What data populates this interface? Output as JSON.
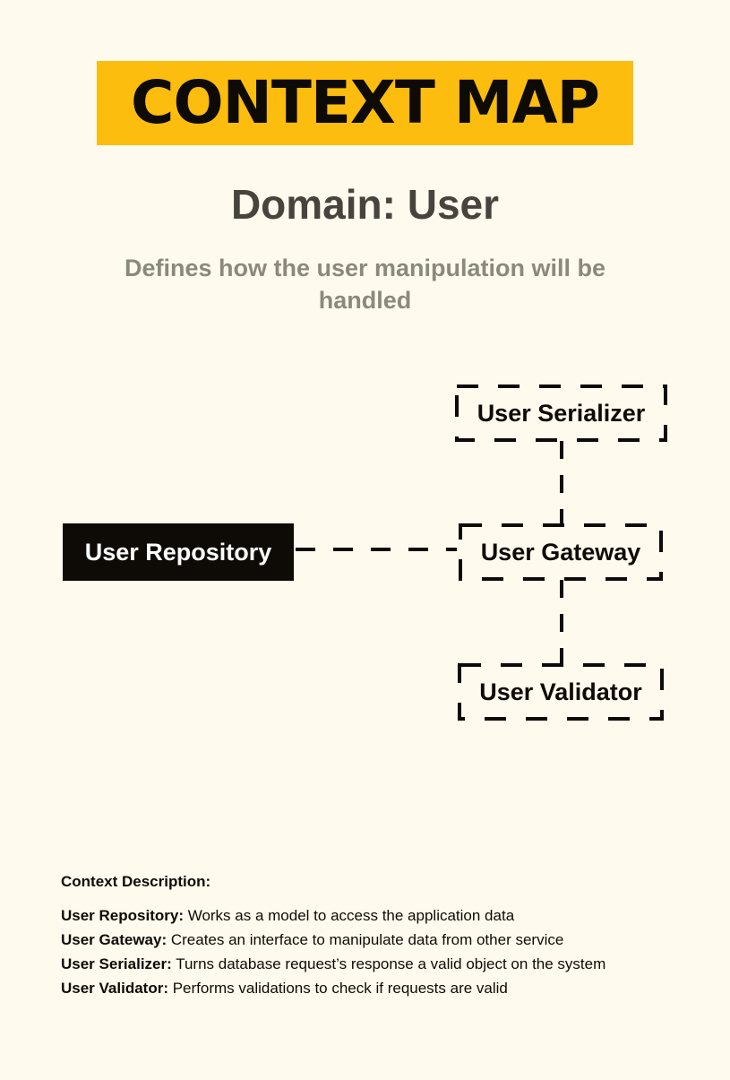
{
  "header": {
    "title": "CONTEXT MAP",
    "domain": "Domain: User",
    "subtitle": "Defines how the user manipulation will be handled"
  },
  "diagram": {
    "nodes": {
      "repository": "User Repository",
      "gateway": "User Gateway",
      "serializer": "User Serializer",
      "validator": "User Validator"
    }
  },
  "description": {
    "heading": "Context Description:",
    "items": [
      {
        "name": "User Repository:",
        "text": " Works as a model to access the application data"
      },
      {
        "name": "User Gateway:",
        "text": " Creates an interface to manipulate data from other service"
      },
      {
        "name": "User Serializer:",
        "text": " Turns database request’s response a valid object on the system"
      },
      {
        "name": "User Validator:",
        "text": " Performs validations to check if requests are valid"
      }
    ]
  },
  "colors": {
    "background": "#fefbee",
    "accent": "#fdbd0e",
    "ink": "#0e0b07",
    "heading": "#47443d",
    "subtitle": "#8a8a7c"
  }
}
